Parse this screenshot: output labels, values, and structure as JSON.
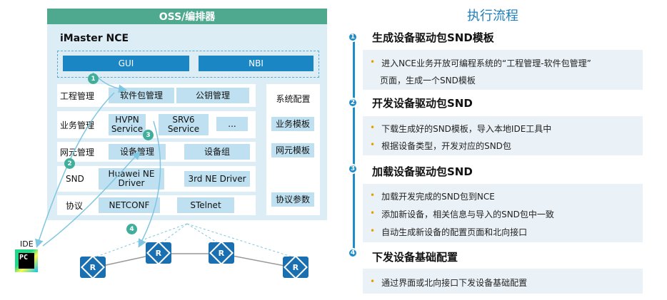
{
  "left": {
    "oss_label": "OSS/编排器",
    "nce_title": "iMaster NCE",
    "gui": "GUI",
    "nbi": "NBI",
    "rows": [
      {
        "label": "工程管理",
        "cells": [
          "软件包管理",
          "公钥管理"
        ]
      },
      {
        "label": "业务管理",
        "cells": [
          "HVPN Service",
          "SRV6 Service",
          "..."
        ]
      },
      {
        "label": "网元管理",
        "cells": [
          "设备管理",
          "设备组"
        ]
      },
      {
        "label": "SND",
        "cells": [
          "Huawei NE Driver",
          "3rd NE Driver"
        ]
      },
      {
        "label": "协议",
        "cells": [
          "NETCONF",
          "STelnet"
        ]
      }
    ],
    "system_config": {
      "title": "系统配置",
      "items": [
        "业务模板",
        "网元模板",
        "协议参数"
      ]
    },
    "ide_label": "IDE",
    "ide_icon_text": "PC",
    "markers": [
      "1",
      "2",
      "3",
      "4"
    ],
    "router_glyph": "R"
  },
  "flow": {
    "title": "执行流程",
    "steps": [
      {
        "num": "1",
        "title": "生成设备驱动包SND模板",
        "bullets": [
          "进入NCE业务开放可编程系统的“工程管理-软件包管理”",
          "页面，生成一个SND模板"
        ]
      },
      {
        "num": "2",
        "title": "开发设备驱动包SND",
        "bullets": [
          "下载生成好的SND模板，导入本地IDE工具中",
          "根据设备类型，开发对应的SND包"
        ]
      },
      {
        "num": "3",
        "title": "加载设备驱动包SND",
        "bullets": [
          "加载开发完成的SND包到NCE",
          "添加新设备，相关信息与导入的SND包中一致",
          "自动生成新设备的配置页面和北向接口"
        ]
      },
      {
        "num": "4",
        "title": "下发设备基础配置",
        "bullets": [
          "通过界面或北向接口下发设备基础配置"
        ]
      }
    ],
    "bullet_glyph": "•"
  },
  "colors": {
    "oss_green": "#4fa98f",
    "panel_bg": "#dcedf6",
    "gui_blue": "#1b86c4",
    "cell_blue": "#bfe0f0",
    "marker_green": "#3fae9a",
    "flow_blue": "#1e8cc9",
    "bullet_orange": "#e5a100"
  }
}
